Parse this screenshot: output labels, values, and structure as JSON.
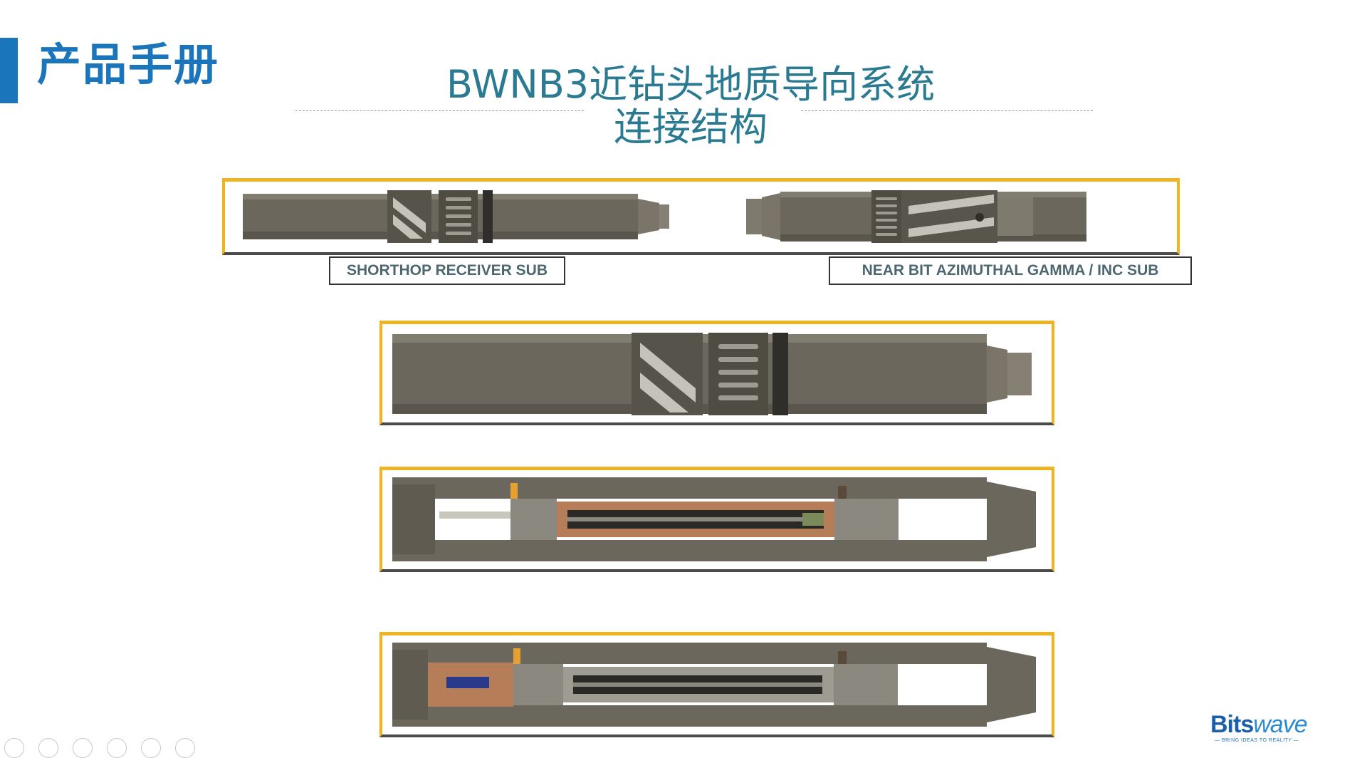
{
  "header": {
    "section_title": "产品手册",
    "title_line1": "BWNB3近钻头地质导向系统",
    "title_line2": "连接结构"
  },
  "labels": {
    "receiver": "SHORTHOP RECEIVER SUB",
    "gamma": "NEAR BIT AZIMUTHAL GAMMA / INC SUB"
  },
  "logo": {
    "bits": "Bits",
    "wave": "wave",
    "tagline": "— BRING IDEAS TO REALITY —"
  },
  "colors": {
    "accent": "#1b75bb",
    "title": "#2a7a92",
    "frame": "#f0b323",
    "tool_body": "#6b675c"
  }
}
